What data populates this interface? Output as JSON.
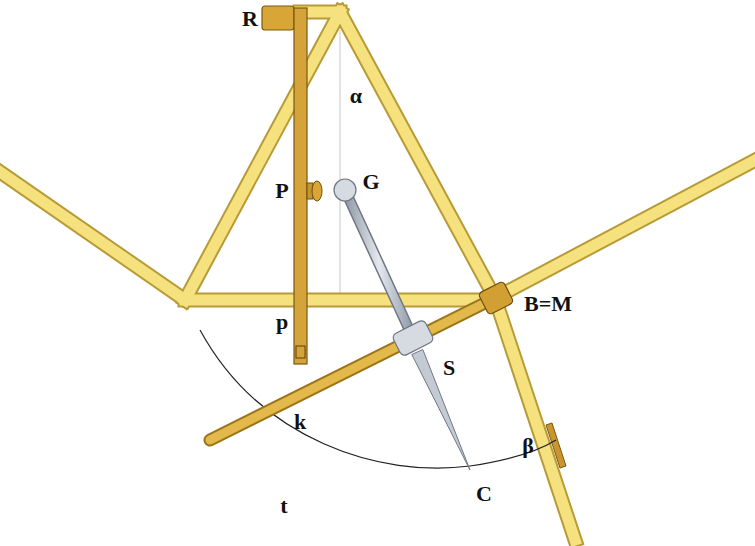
{
  "diagram": {
    "labels": [
      "R",
      "α",
      "P",
      "G",
      "p",
      "S",
      "B=M",
      "k",
      "t",
      "C",
      "β"
    ]
  }
}
